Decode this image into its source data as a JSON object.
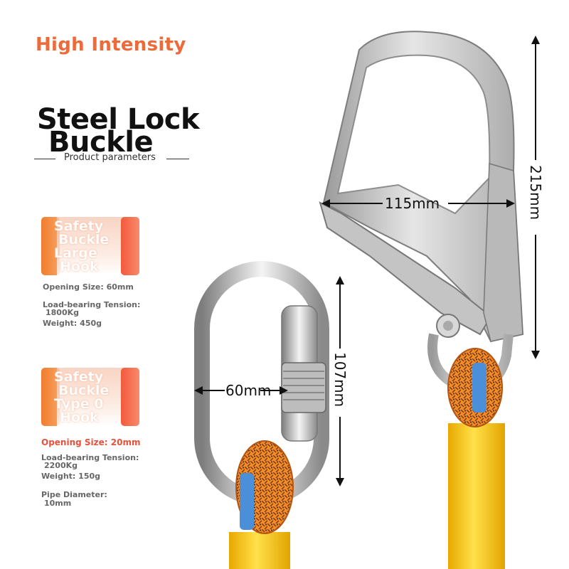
{
  "header": {
    "tagline": "High Intensity",
    "title_line1": "Steel Lock",
    "title_line2": "Buckle",
    "subtitle": "Product parameters"
  },
  "products": [
    {
      "badge_lines": [
        "Safety",
        "Buckle",
        "Large",
        "Hook"
      ],
      "specs": {
        "opening": "Opening Size: 60mm",
        "tension_label": "Load-bearing Tension:",
        "tension_value": "1800Kg",
        "weight": "Weight: 450g"
      }
    },
    {
      "badge_lines": [
        "Safety",
        "Buckle",
        "Type 0",
        "Hook"
      ],
      "specs": {
        "opening": "Opening Size: 20mm",
        "tension_label": "Load-bearing Tension:",
        "tension_value": "2200Kg",
        "weight": "Weight: 150g",
        "pipe_label": "Pipe Diameter:",
        "pipe_value": "10mm"
      }
    }
  ],
  "dimensions": {
    "large_hook_width": "115mm",
    "large_hook_height": "215mm",
    "carabiner_width": "60mm",
    "carabiner_height": "107mm"
  },
  "colors": {
    "accent_orange": "#ee6a3a",
    "badge_orange": "#f07c2e",
    "badge_red": "#f25a3b",
    "rope_orange": "#f08a2a",
    "tube_yellow": "#f7c71d",
    "metal": "#c8c8c8"
  }
}
